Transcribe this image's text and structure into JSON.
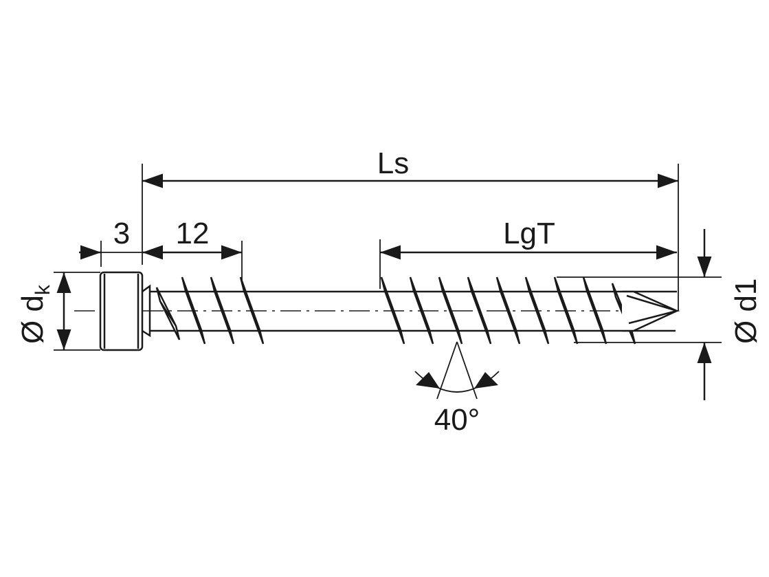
{
  "title": "Screw dimension drawing",
  "labels": {
    "overall_length": "Ls",
    "thread_length": "LgT",
    "head_height": "3",
    "upper_thread_length": "12",
    "head_diameter_symbol": "Ø d",
    "head_diameter_subscript": "k",
    "thread_diameter": "Ø d1",
    "point_angle": "40°"
  },
  "colors": {
    "line": "#1a1a1a",
    "background": "#ffffff"
  }
}
